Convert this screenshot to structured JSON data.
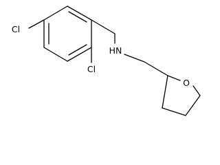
{
  "molecule": {
    "atoms": {
      "cl_left": "Cl",
      "cl_lower": "Cl",
      "amine": "HN",
      "oxygen": "O"
    }
  }
}
